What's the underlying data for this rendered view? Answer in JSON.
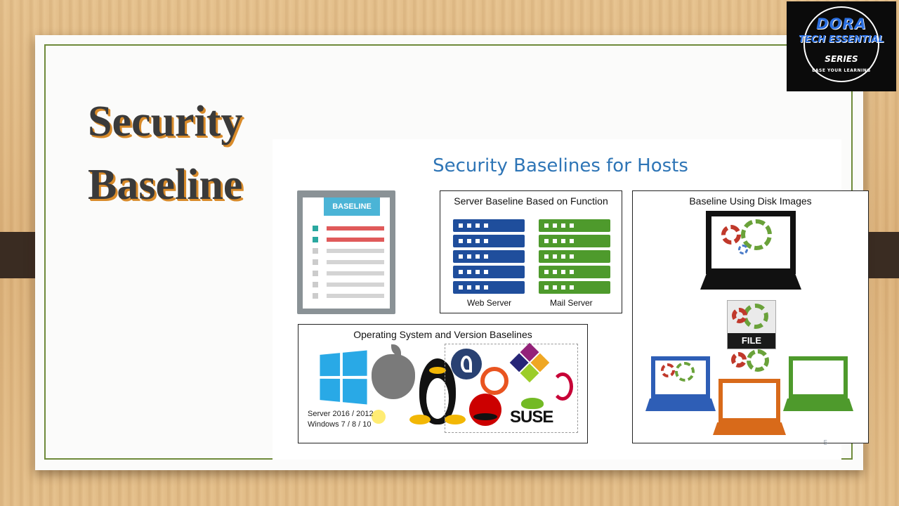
{
  "slide": {
    "title_line1": "Security",
    "title_line2": "Baseline",
    "content_title": "Security Baselines for Hosts",
    "page_number": "5"
  },
  "clipboard": {
    "tag": "BASELINE"
  },
  "server_panel": {
    "title": "Server Baseline Based on Function",
    "web_label": "Web Server",
    "mail_label": "Mail Server"
  },
  "disk_panel": {
    "title": "Baseline Using Disk Images",
    "file_label": "FILE"
  },
  "os_panel": {
    "title": "Operating System and Version Baselines",
    "caption_line1": "Server 2016 / 2012",
    "caption_line2": "Windows 7 / 8 / 10",
    "suse_label": "SUSE"
  },
  "badge": {
    "line1": "DORA",
    "line2": "TECH ESSENTIAL",
    "line3": "SERIES",
    "line4": "EASE YOUR LEARNING"
  },
  "colors": {
    "accent_blue": "#2e75b6",
    "web_server": "#1f4e9c",
    "mail_server": "#4e9a2c",
    "frame_green": "#6e8a3a",
    "title_shadow": "#d98b2a"
  }
}
